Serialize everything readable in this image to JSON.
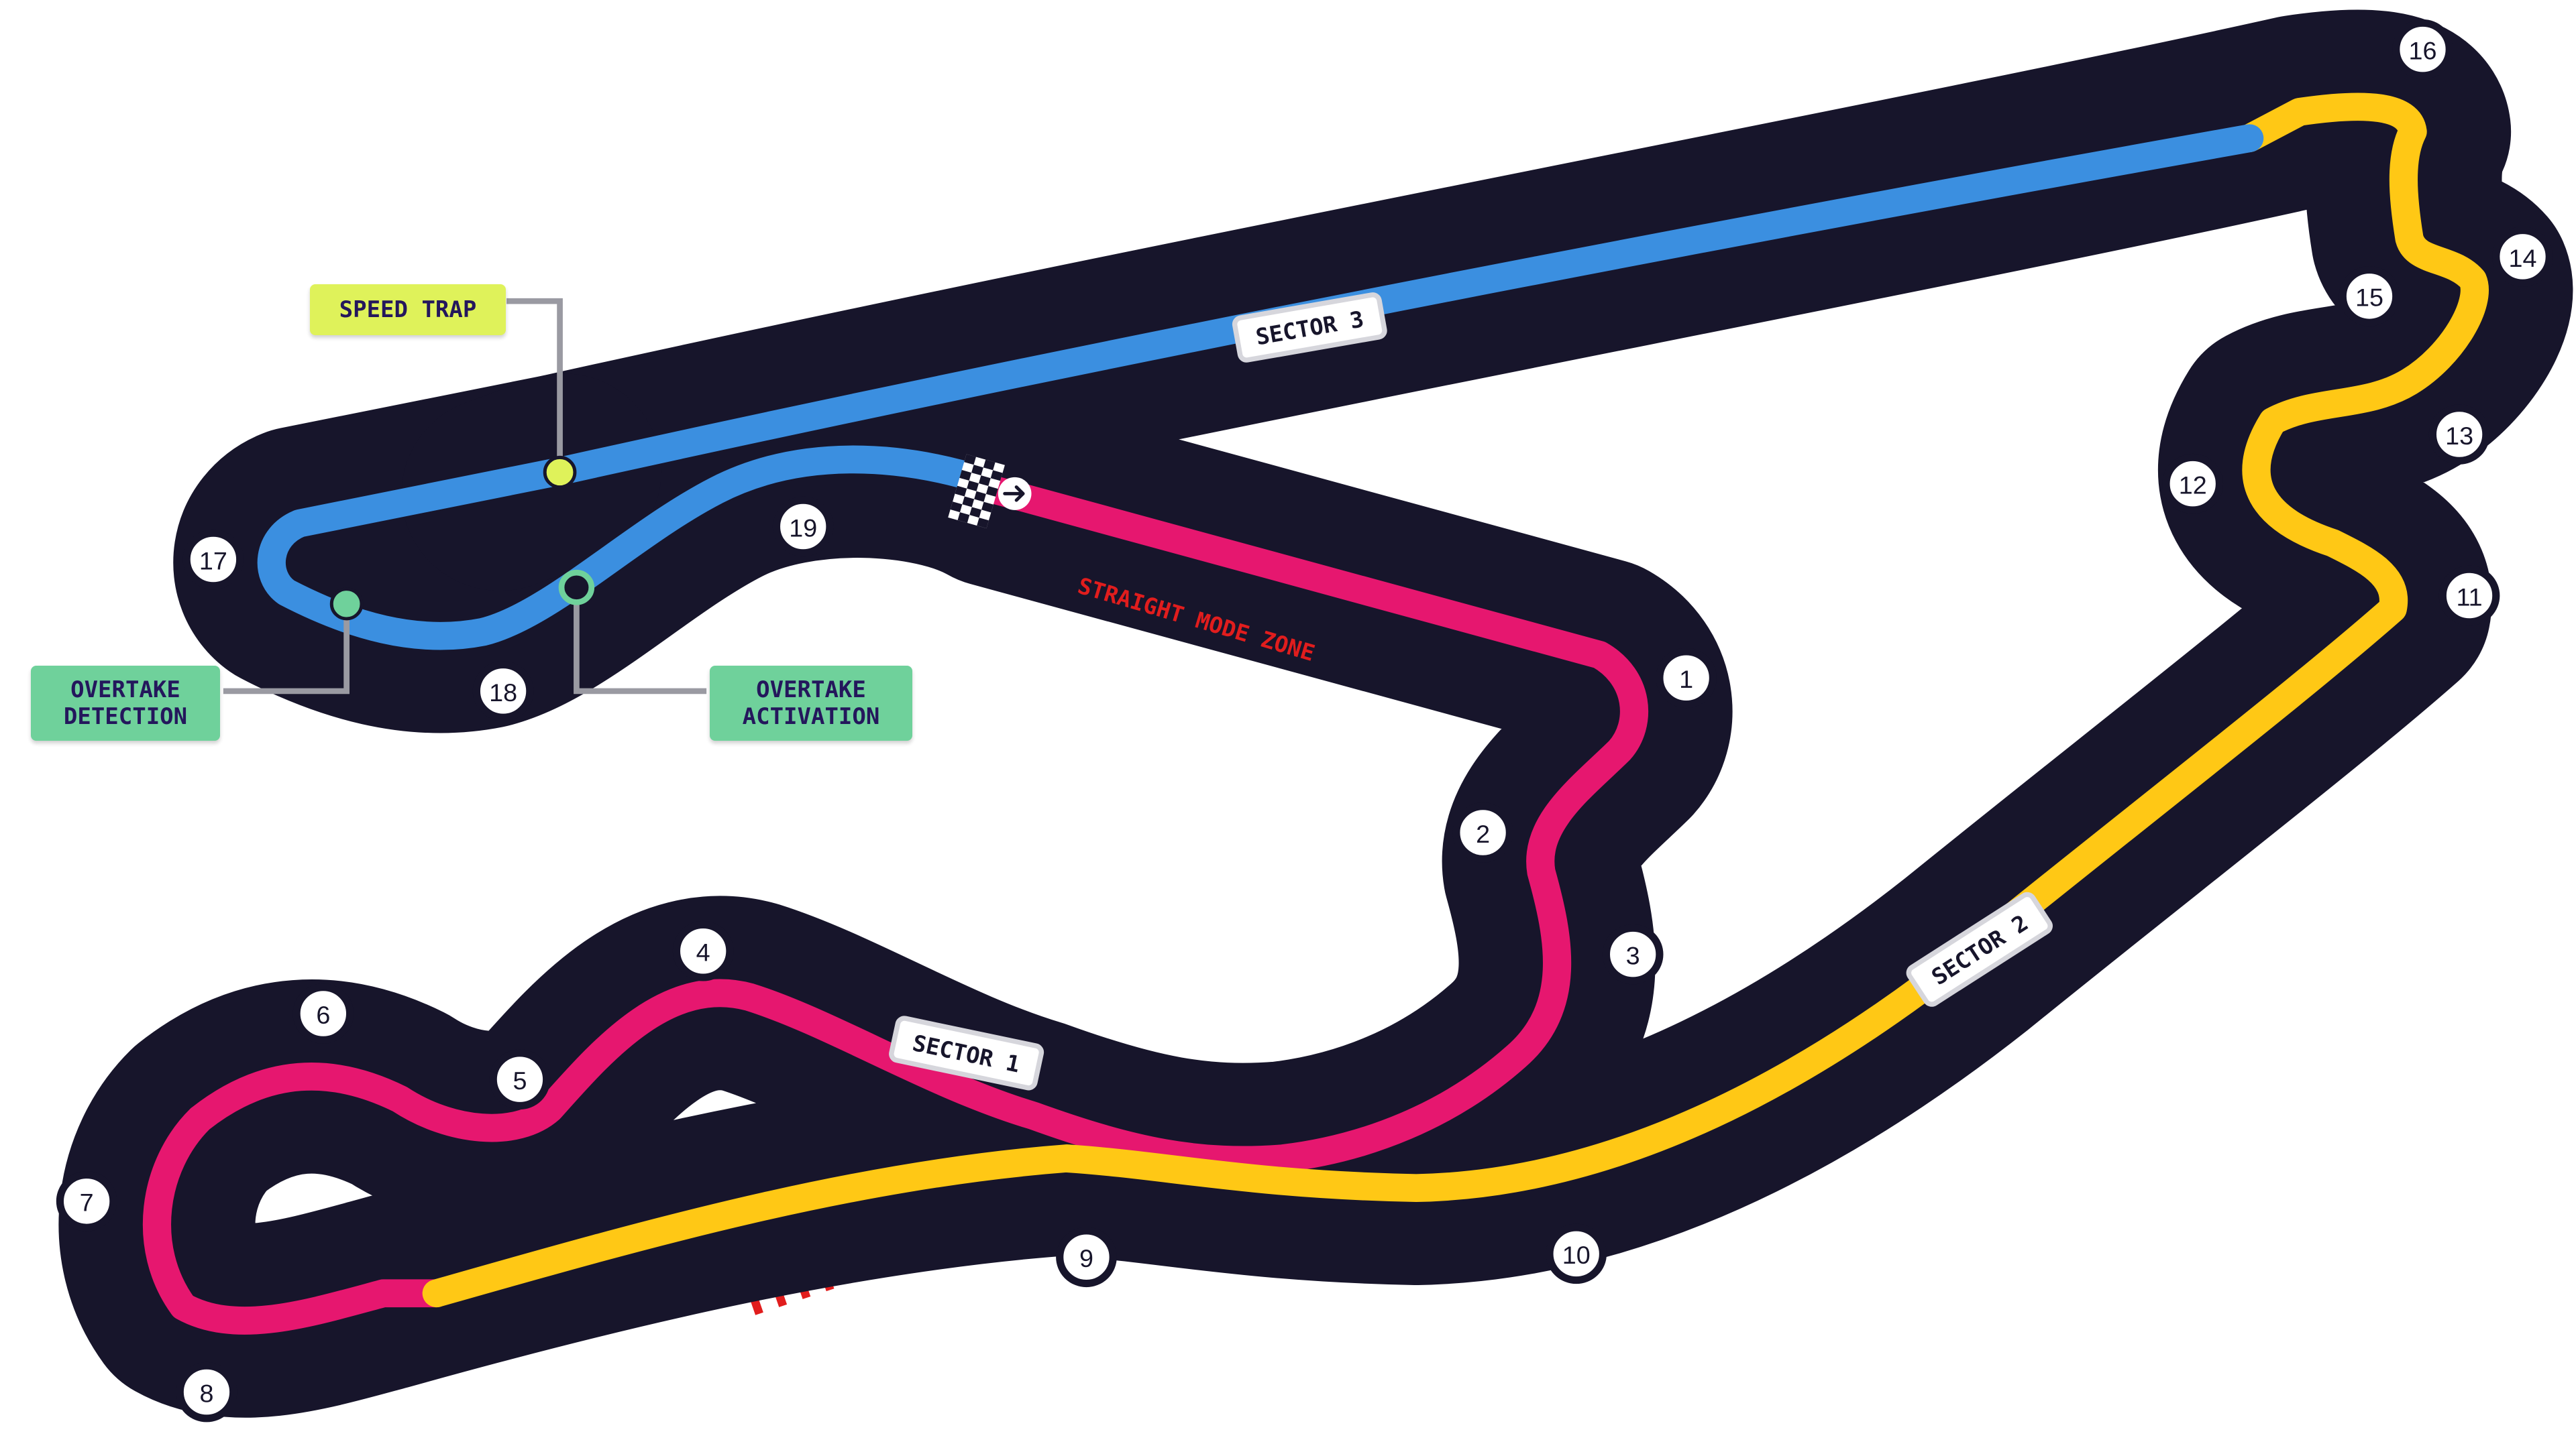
{
  "colors": {
    "track": "#17152b",
    "sector_1": "#e6176f",
    "sector_2": "#ffc815",
    "sector_3": "#3b8fe0",
    "zone": "#e11d1d",
    "speed_trap": "#dff25a",
    "overtake": "#6fd19b"
  },
  "turns": [
    {
      "label": "1"
    },
    {
      "label": "2"
    },
    {
      "label": "3"
    },
    {
      "label": "4"
    },
    {
      "label": "5"
    },
    {
      "label": "6"
    },
    {
      "label": "7"
    },
    {
      "label": "8"
    },
    {
      "label": "9"
    },
    {
      "label": "10"
    },
    {
      "label": "11"
    },
    {
      "label": "12"
    },
    {
      "label": "13"
    },
    {
      "label": "14"
    },
    {
      "label": "15"
    },
    {
      "label": "16"
    },
    {
      "label": "17"
    },
    {
      "label": "18"
    },
    {
      "label": "19"
    }
  ],
  "sector_labels": {
    "s1": "SECTOR 1",
    "s2": "SECTOR 2",
    "s3": "SECTOR 3"
  },
  "straight_mode_zone_label": "STRAIGHT MODE ZONE",
  "callouts": {
    "speed_trap": "SPEED TRAP",
    "overtake_detection": "OVERTAKE\nDETECTION",
    "overtake_activation": "OVERTAKE\nACTIVATION"
  },
  "icons": {
    "start_finish": "checkered-flag-icon",
    "direction": "arrow-right-icon"
  }
}
